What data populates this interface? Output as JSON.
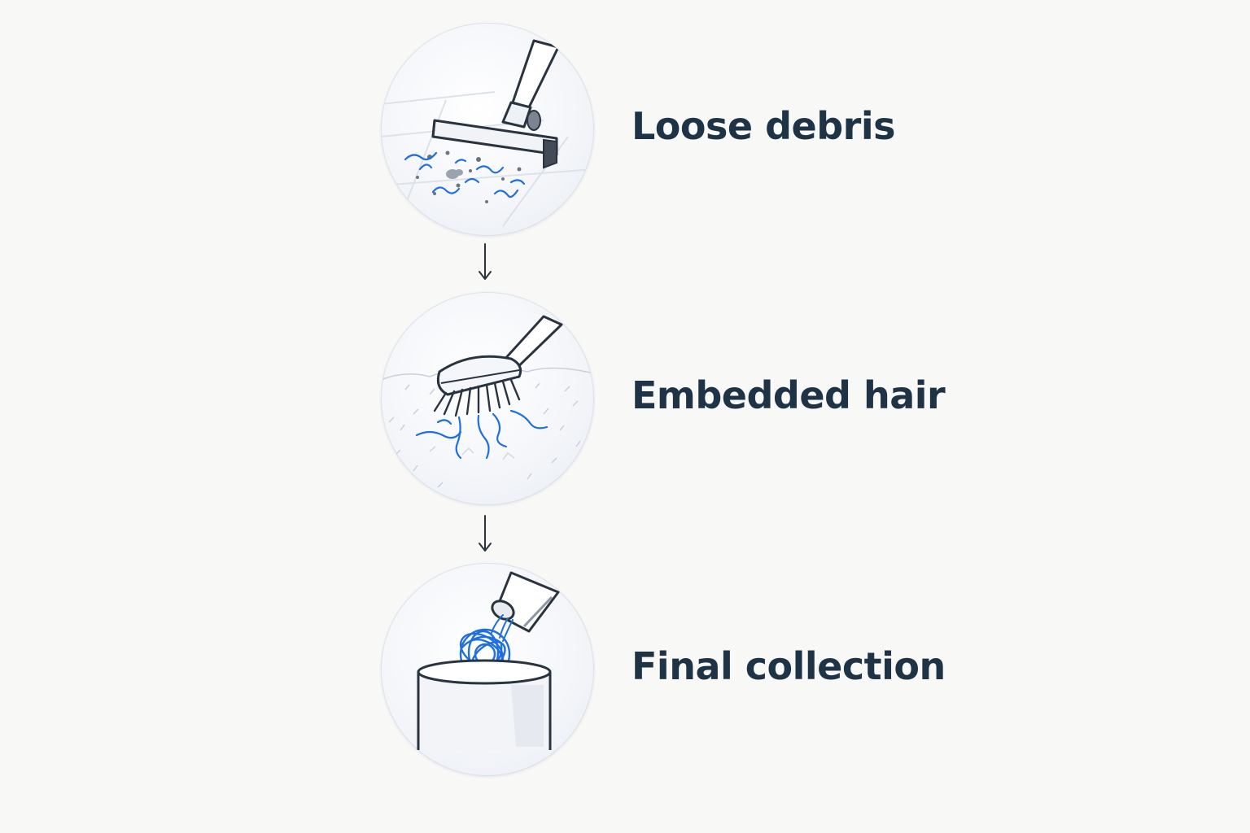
{
  "steps": [
    {
      "label": "Loose debris",
      "icon": "vacuum-icon"
    },
    {
      "label": "Embedded hair",
      "icon": "scrub-brush-icon"
    },
    {
      "label": "Final collection",
      "icon": "bin-icon"
    }
  ],
  "colors": {
    "background": "#f8f8f6",
    "text": "#1f3347",
    "accent_blue": "#1f6fe0",
    "outline": "#2a3440"
  }
}
